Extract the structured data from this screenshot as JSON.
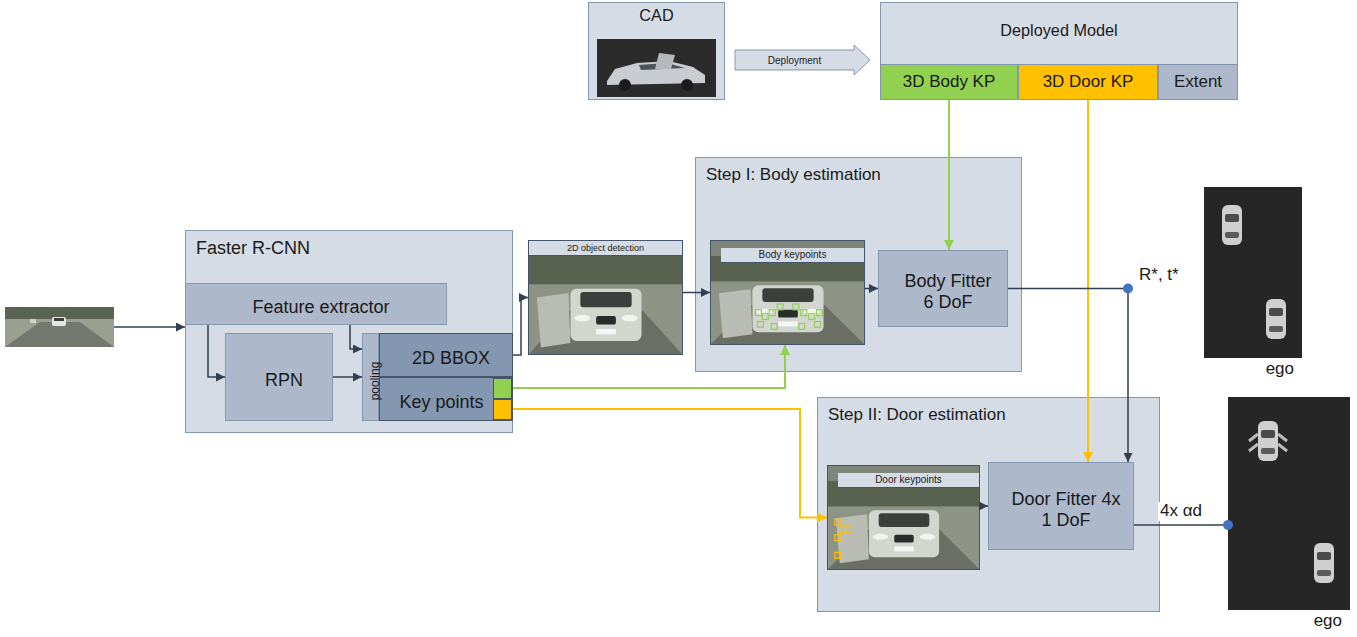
{
  "diagram": {
    "nodes": [
      {
        "text": [
          "CAD"
        ]
      },
      {
        "text": [
          "Deployed Model"
        ]
      },
      {
        "text": [
          "3D Body KP"
        ],
        "in": 1
      },
      {
        "text": [
          "3D Door KP"
        ],
        "in": 1
      },
      {
        "text": [
          "Extent"
        ],
        "in": 1
      },
      {
        "text": [
          "Faster R-CNN"
        ]
      },
      {
        "text": [
          "Feature extractor"
        ],
        "in": 5
      },
      {
        "text": [
          "RPN"
        ],
        "in": 5
      },
      {
        "text": [
          "pooling"
        ],
        "in": 5
      },
      {
        "text": [
          "2D BBOX"
        ],
        "in": 5
      },
      {
        "text": [
          "Key points"
        ],
        "in": 5
      },
      {
        "text": [
          "2D object detection"
        ]
      },
      {
        "text": [
          "Step I: Body estimation"
        ]
      },
      {
        "text": [
          "Body keypoints"
        ],
        "in": 12
      },
      {
        "text": [
          "Body Fitter 6 DoF"
        ],
        "in": 12
      },
      {
        "text": [
          "Step II: Door estimation"
        ]
      },
      {
        "text": [
          "Door keypoints"
        ],
        "in": 15
      },
      {
        "text": [
          "Door Fitter 4x 1 DoF"
        ],
        "in": 15
      },
      {
        "text": [
          "ego"
        ]
      },
      {
        "text": [
          "ego"
        ]
      }
    ],
    "edges": [
      {
        "from": 0,
        "to": 1,
        "label": "Deployment",
        "arrow": "to"
      },
      {
        "from": 6,
        "to": 7,
        "arrow": "to"
      },
      {
        "from": 6,
        "to": 8,
        "arrow": "to"
      },
      {
        "from": 7,
        "to": 8,
        "arrow": "to"
      },
      {
        "from": 9,
        "to": 11,
        "arrow": "to"
      },
      {
        "from": 11,
        "to": 13,
        "arrow": "to"
      },
      {
        "from": 10,
        "to": 13,
        "arrow": "to"
      },
      {
        "from": 10,
        "to": 16,
        "arrow": "to"
      },
      {
        "from": 13,
        "to": 14,
        "arrow": "to"
      },
      {
        "from": 16,
        "to": 17,
        "arrow": "to"
      },
      {
        "from": 2,
        "to": 14,
        "arrow": "to"
      },
      {
        "from": 3,
        "to": 17,
        "arrow": "to"
      },
      {
        "from": 14,
        "to": 17,
        "label": "R*, t*",
        "arrow": "to"
      },
      {
        "from": 17,
        "to": 19,
        "label": "4x αd",
        "arrow": "none"
      }
    ]
  }
}
